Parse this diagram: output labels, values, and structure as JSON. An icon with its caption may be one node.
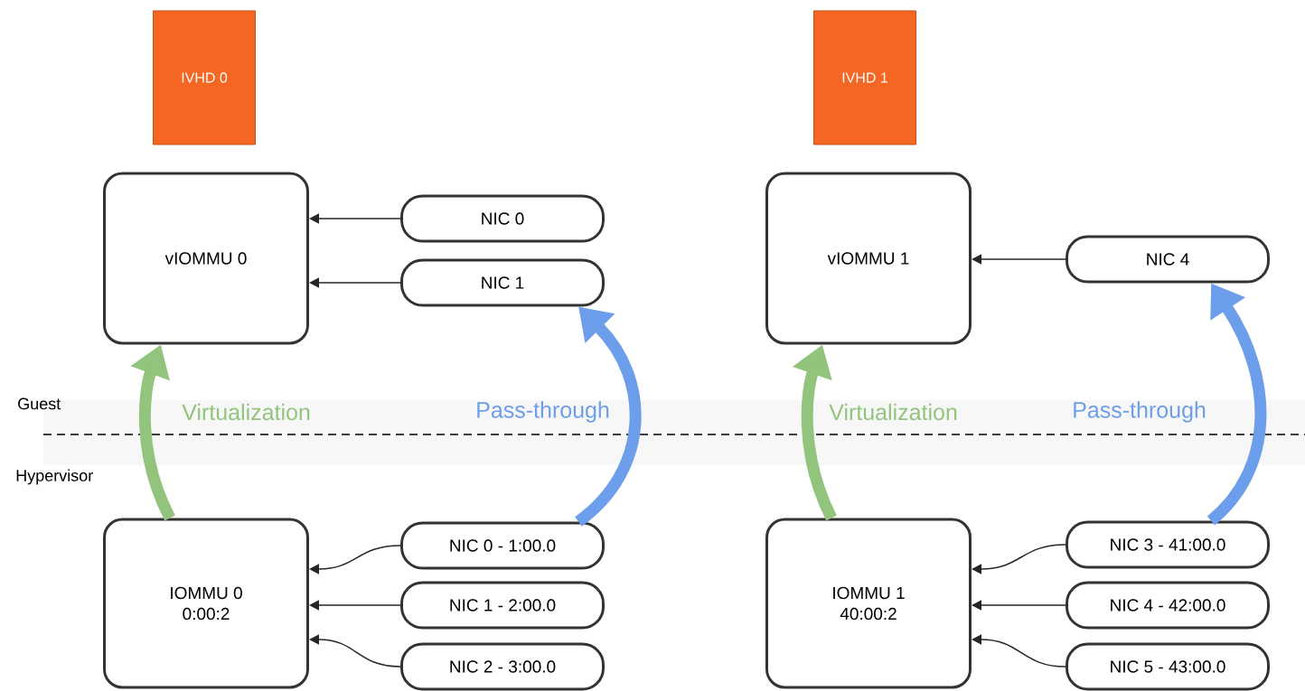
{
  "diagram": {
    "nodes": [
      {
        "text": [
          "IVHD 0"
        ]
      },
      {
        "text": [
          "vIOMMU 0"
        ]
      },
      {
        "text": [
          "NIC 0"
        ]
      },
      {
        "text": [
          "NIC 1"
        ]
      },
      {
        "text": [
          "IOMMU 0",
          "0:00:2"
        ]
      },
      {
        "text": [
          "NIC 0 - 1:00.0"
        ]
      },
      {
        "text": [
          "NIC 1 - 2:00.0"
        ]
      },
      {
        "text": [
          "NIC 2 - 3:00.0"
        ]
      },
      {
        "text": [
          "IVHD 1"
        ]
      },
      {
        "text": [
          "vIOMMU 1"
        ]
      },
      {
        "text": [
          "NIC 4"
        ]
      },
      {
        "text": [
          "IOMMU 1",
          "40:00:2"
        ]
      },
      {
        "text": [
          "NIC 3 - 41:00.0"
        ]
      },
      {
        "text": [
          "NIC 4 - 42:00.0"
        ]
      },
      {
        "text": [
          "NIC 5 - 43:00.0"
        ]
      }
    ],
    "edges": [
      {
        "from": 2,
        "to": 1,
        "arrow": "to"
      },
      {
        "from": 3,
        "to": 1,
        "arrow": "to"
      },
      {
        "from": 5,
        "to": 4,
        "arrow": "to"
      },
      {
        "from": 6,
        "to": 4,
        "arrow": "to"
      },
      {
        "from": 7,
        "to": 4,
        "arrow": "to"
      },
      {
        "from": 10,
        "to": 9,
        "arrow": "to"
      },
      {
        "from": 12,
        "to": 11,
        "arrow": "to"
      },
      {
        "from": 13,
        "to": 11,
        "arrow": "to"
      },
      {
        "from": 14,
        "to": 11,
        "arrow": "to"
      },
      {
        "from": 4,
        "to": 1,
        "arrow": "to",
        "label": "Virtualization",
        "style": "thick",
        "color": "#93c47d"
      },
      {
        "from": 5,
        "to": 3,
        "arrow": "to",
        "label": "Pass-through",
        "style": "thick",
        "color": "#6d9eeb"
      },
      {
        "from": 11,
        "to": 9,
        "arrow": "to",
        "label": "Virtualization",
        "style": "thick",
        "color": "#93c47d"
      },
      {
        "from": 12,
        "to": 10,
        "arrow": "to",
        "label": "Pass-through",
        "style": "thick",
        "color": "#6d9eeb"
      }
    ],
    "labels": [
      "Guest",
      "Hypervisor"
    ]
  }
}
